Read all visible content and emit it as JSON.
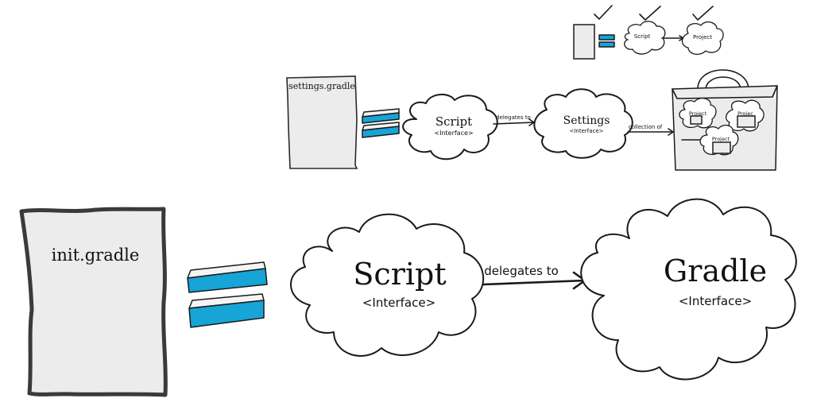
{
  "top_row": {
    "script_label": "Script",
    "project_label": "Project"
  },
  "settings_row": {
    "file_label": "settings.gradle",
    "script_label": "Script",
    "script_sub": "<Interface>",
    "delegates_label": "delegates to",
    "settings_label": "Settings",
    "settings_sub": "<Interface>",
    "collection_label": "collection of",
    "bag_projects": [
      "Project",
      "Projec",
      "Project"
    ]
  },
  "init_row": {
    "file_label": "init.gradle",
    "script_label": "Script",
    "script_sub": "<Interface>",
    "delegates_label": "delegates to",
    "gradle_label": "Gradle",
    "gradle_sub": "<Interface>"
  },
  "colors": {
    "equals_blue": "#17a4d6",
    "paper_gray": "#ececec"
  }
}
